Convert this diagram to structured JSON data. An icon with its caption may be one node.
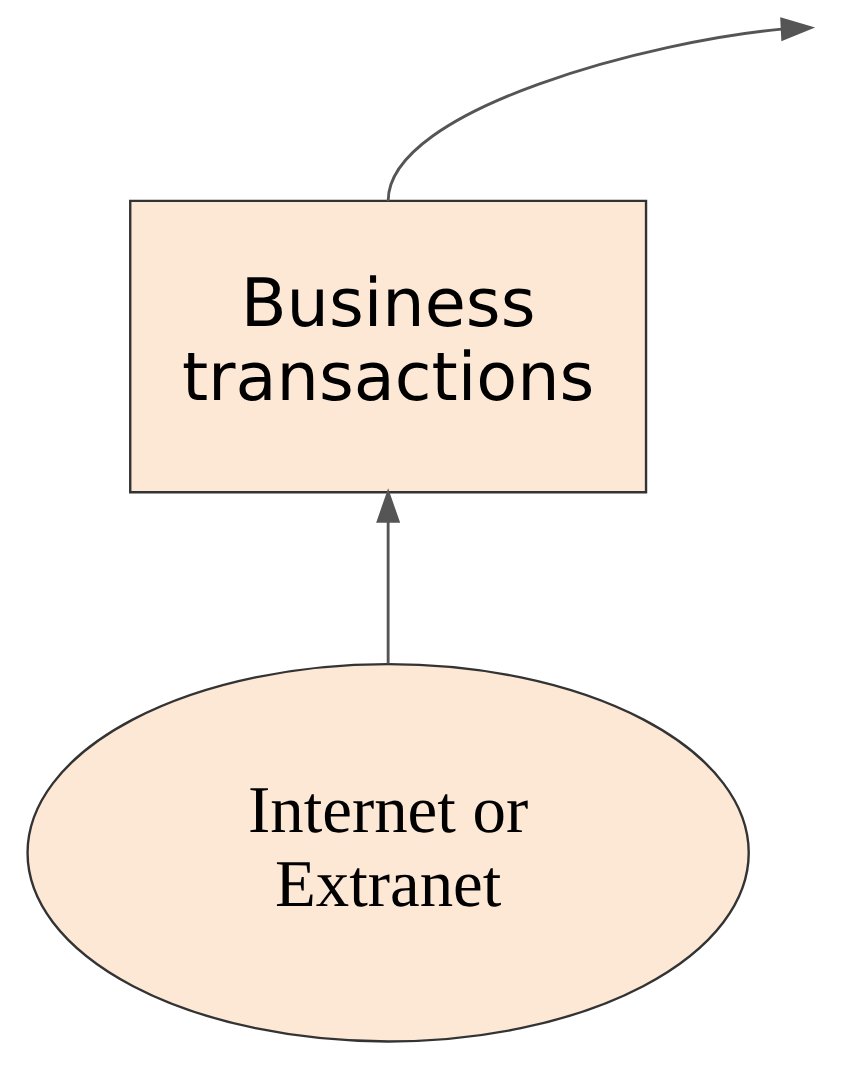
{
  "diagram": {
    "nodes": [
      {
        "text": [
          "Business transactions"
        ]
      },
      {
        "text": [
          "Internet or Extranet"
        ]
      }
    ],
    "edges": [
      {
        "from": 1,
        "to": 0,
        "arrow": "to"
      },
      {
        "from": 0,
        "to": null,
        "arrow": "to"
      }
    ]
  }
}
